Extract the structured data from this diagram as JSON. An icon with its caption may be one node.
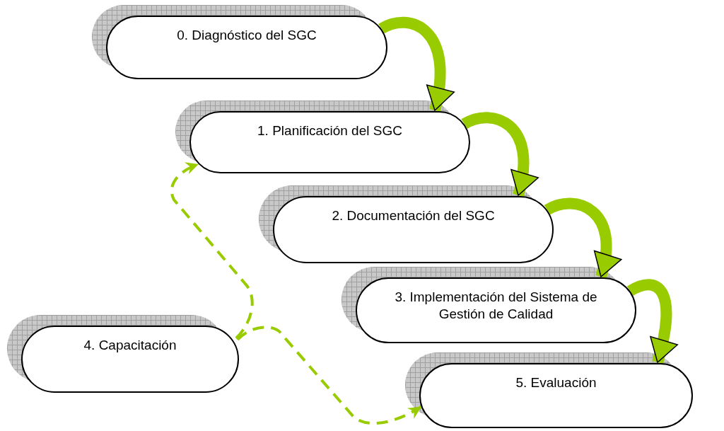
{
  "diagram": {
    "nodes": [
      {
        "text": [
          "0. Diagnóstico del SGC"
        ]
      },
      {
        "text": [
          "1. Planificación del SGC"
        ]
      },
      {
        "text": [
          "2. Documentación del SGC"
        ]
      },
      {
        "text": [
          "3. Implementación del Sistema de Gestión de  Calidad"
        ]
      },
      {
        "text": [
          "4. Capacitación"
        ]
      },
      {
        "text": [
          "5. Evaluación"
        ]
      }
    ],
    "edges": [
      {
        "from": 0,
        "to": 1,
        "arrow": "to"
      },
      {
        "from": 1,
        "to": 2,
        "arrow": "to"
      },
      {
        "from": 2,
        "to": 3,
        "arrow": "to"
      },
      {
        "from": 3,
        "to": 5,
        "arrow": "to"
      },
      {
        "from": 4,
        "to": 1,
        "arrow": "to",
        "style": "dashed"
      },
      {
        "from": 4,
        "to": 5,
        "arrow": "to",
        "style": "dashed"
      }
    ]
  }
}
